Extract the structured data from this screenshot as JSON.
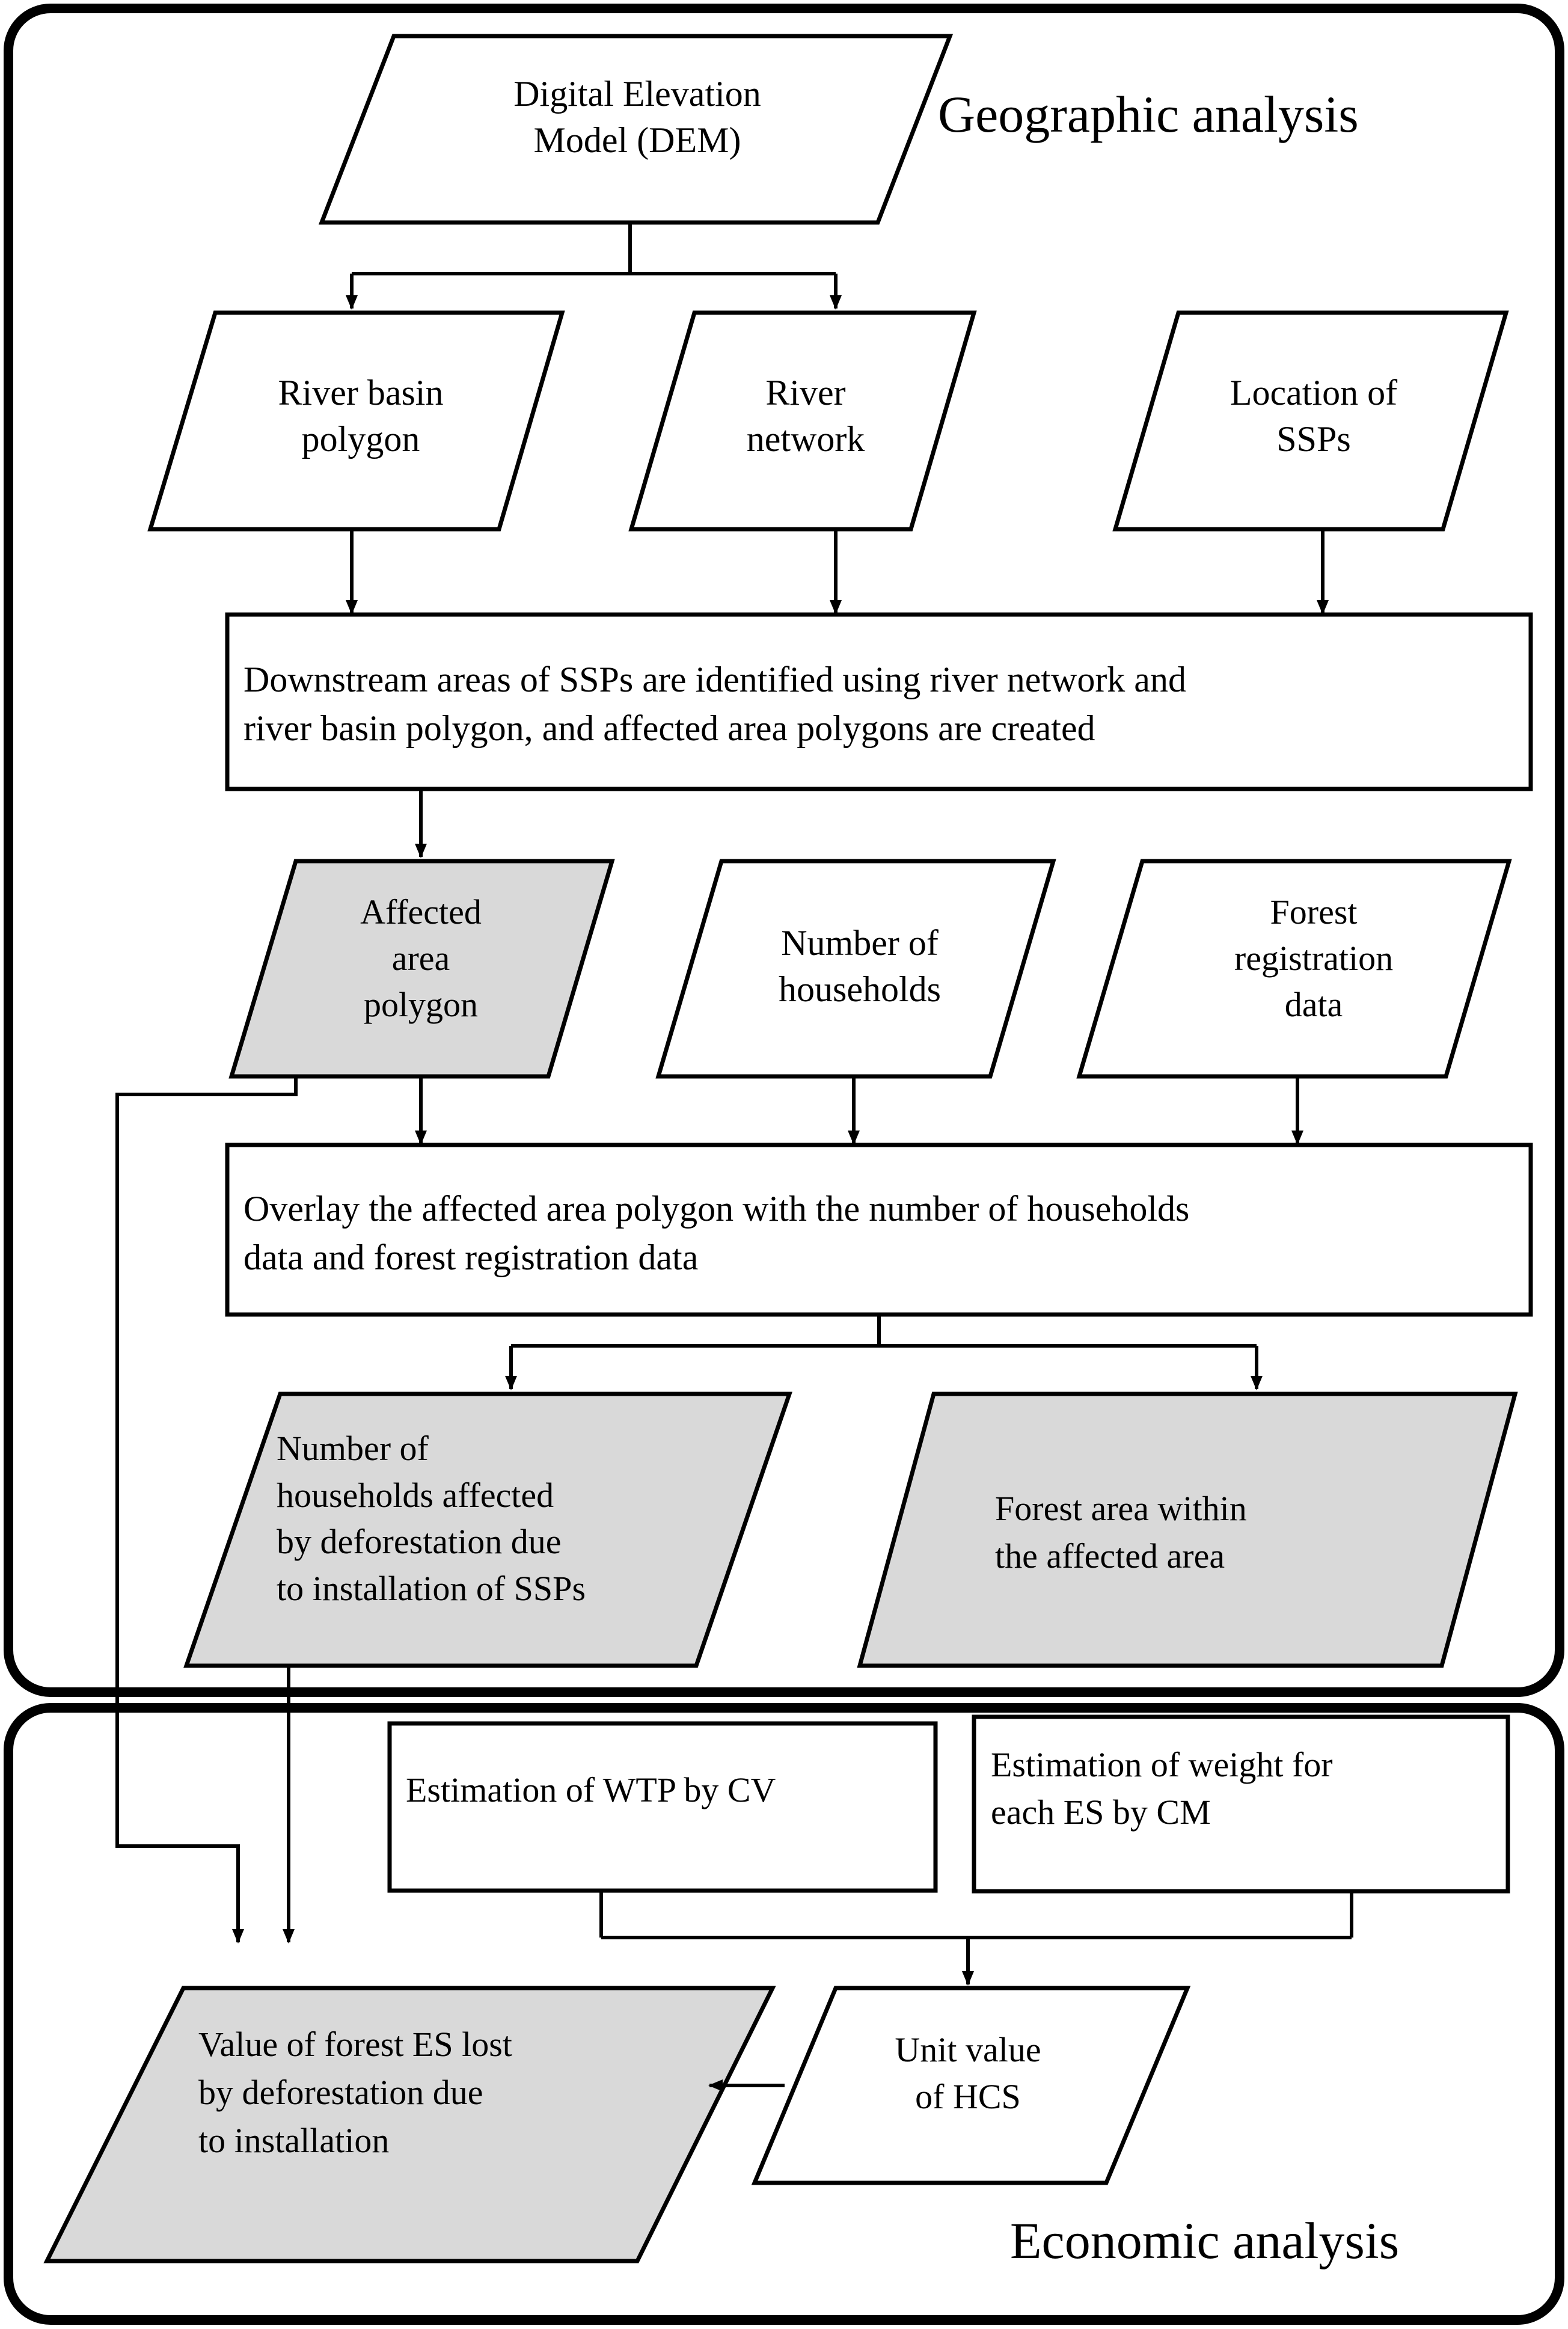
{
  "figure": {
    "type": "flowchart",
    "title_absent": true,
    "panels": [
      {
        "id": "geographic",
        "label": "Geographic analysis"
      },
      {
        "id": "economic",
        "label": "Economic analysis"
      }
    ],
    "colors": {
      "stroke": "#000000",
      "fill_plain": "#ffffff",
      "fill_shaded": "#d9d9d9",
      "background": "#ffffff",
      "connector": "#000000"
    }
  },
  "nodes": {
    "dem": {
      "label": "Digital Elevation\nModel (DEM)",
      "shape": "parallelogram",
      "shaded": false,
      "align": "center"
    },
    "river_basin": {
      "label": "River basin\npolygon",
      "shape": "parallelogram",
      "shaded": false,
      "align": "center"
    },
    "river_network": {
      "label": "River\nnetwork",
      "shape": "parallelogram",
      "shaded": false,
      "align": "center"
    },
    "location_ssps": {
      "label": "Location of\nSSPs",
      "shape": "parallelogram",
      "shaded": false,
      "align": "center"
    },
    "process_downstream": {
      "label": "Downstream areas of SSPs are identified using river network and\nriver basin polygon, and affected area polygons are created",
      "shape": "rectangle",
      "shaded": false,
      "align": "left"
    },
    "affected_area": {
      "label": "Affected\narea\npolygon",
      "shape": "parallelogram",
      "shaded": true,
      "align": "center"
    },
    "num_households": {
      "label": "Number of\nhouseholds",
      "shape": "parallelogram",
      "shaded": false,
      "align": "center"
    },
    "forest_reg": {
      "label": "Forest\nregistration\ndata",
      "shape": "parallelogram",
      "shaded": false,
      "align": "center"
    },
    "process_overlay": {
      "label": "Overlay the affected area polygon with the number of households\ndata and forest registration data",
      "shape": "rectangle",
      "shaded": false,
      "align": "left"
    },
    "households_affected": {
      "label": "Number of\nhouseholds affected\nby deforestation due\nto installation of SSPs",
      "shape": "parallelogram",
      "shaded": true,
      "align": "left"
    },
    "forest_area": {
      "label": "Forest area within\nthe affected area",
      "shape": "parallelogram",
      "shaded": true,
      "align": "left"
    },
    "wtp_cv": {
      "label": "Estimation of WTP by CV",
      "shape": "rectangle",
      "shaded": false,
      "align": "left"
    },
    "weight_cm": {
      "label": "Estimation of weight for\neach ES by CM",
      "shape": "rectangle",
      "shaded": false,
      "align": "left"
    },
    "value_lost": {
      "label": "Value of forest ES lost\nby deforestation  due\nto installation",
      "shape": "parallelogram",
      "shaded": true,
      "align": "left"
    },
    "unit_hcs": {
      "label": "Unit value\nof HCS",
      "shape": "parallelogram",
      "shaded": false,
      "align": "center"
    }
  },
  "edges": [
    {
      "from": "dem",
      "to": "river_basin",
      "style": "elbow-split",
      "arrow": true
    },
    {
      "from": "dem",
      "to": "river_network",
      "style": "elbow-split",
      "arrow": true
    },
    {
      "from": "river_basin",
      "to": "process_downstream",
      "style": "straight",
      "arrow": true
    },
    {
      "from": "river_network",
      "to": "process_downstream",
      "style": "straight",
      "arrow": true
    },
    {
      "from": "location_ssps",
      "to": "process_downstream",
      "style": "straight",
      "arrow": true
    },
    {
      "from": "process_downstream",
      "to": "affected_area",
      "style": "straight",
      "arrow": true
    },
    {
      "from": "affected_area",
      "to": "process_overlay",
      "style": "straight",
      "arrow": true
    },
    {
      "from": "num_households",
      "to": "process_overlay",
      "style": "straight",
      "arrow": true
    },
    {
      "from": "forest_reg",
      "to": "process_overlay",
      "style": "straight",
      "arrow": true
    },
    {
      "from": "process_overlay",
      "to": "households_affected",
      "style": "elbow-split",
      "arrow": true
    },
    {
      "from": "process_overlay",
      "to": "forest_area",
      "style": "elbow-split",
      "arrow": true
    },
    {
      "from": "affected_area",
      "to": "value_lost",
      "style": "long-left-bypass",
      "arrow": true
    },
    {
      "from": "households_affected",
      "to": "value_lost",
      "style": "straight-long",
      "arrow": true
    },
    {
      "from": "wtp_cv",
      "to": "unit_hcs",
      "style": "elbow-merge",
      "arrow": true
    },
    {
      "from": "weight_cm",
      "to": "unit_hcs",
      "style": "elbow-merge",
      "arrow": true
    },
    {
      "from": "unit_hcs",
      "to": "value_lost",
      "style": "straight-left",
      "arrow": true
    }
  ]
}
